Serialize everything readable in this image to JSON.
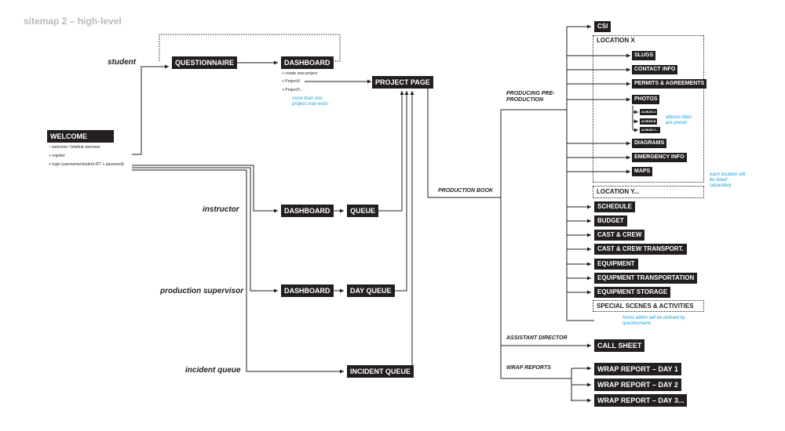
{
  "title": "sitemap 2 – high-level",
  "welcome": {
    "label": "WELCOME",
    "items": [
      "– welcome / briefest overview",
      "+ register",
      "+ login (username/student ID? + password)"
    ]
  },
  "roles": {
    "student": "student",
    "instructor": "instructor",
    "supervisor": "production supervisor",
    "incident": "incident queue"
  },
  "nodes": {
    "questionnaire": "QUESTIONNAIRE",
    "dashboard": "DASHBOARD",
    "project_page": "PROJECT PAGE",
    "queue": "QUEUE",
    "day_queue": "DAY QUEUE",
    "incident_queue": "INCIDENT QUEUE"
  },
  "dashboard_items": [
    "+ create new project",
    "+ ProjectX",
    "+ ProjectY..."
  ],
  "notes": {
    "projects": "more than one project may exist",
    "albums": "albums titles are preset",
    "locations": "each location will be listed separately",
    "forms": "forms within will be defined by questionnaire"
  },
  "production_book": "PRODUCTION BOOK",
  "sections": {
    "preproduction": "PRODUCING PRE-PRODUCTION",
    "assistant": "ASSISTANT DIRECTOR",
    "wrap": "WRAP REPORTS"
  },
  "preprod": {
    "csi": "CSI",
    "location_x": "LOCATION X",
    "location_items": [
      "SLUGS",
      "CONTACT INFO",
      "PERMITS & AGREEMENTS",
      "PHOTOS"
    ],
    "albums": [
      "ALBUM A",
      "ALBUM B",
      "ALBUM C..."
    ],
    "location_items2": [
      "DIAGRAMS",
      "EMERGENCY INFO",
      "MAPS"
    ],
    "location_y": "LOCATION Y...",
    "list": [
      "SCHEDULE",
      "BUDGET",
      "CAST & CREW",
      "CAST & CREW TRANSPORT.",
      "EQUIPMENT",
      "EQUIPMENT TRANSPORTATION",
      "EQUIPMENT STORAGE"
    ],
    "special": "SPECIAL SCENES & ACTIVITIES"
  },
  "call_sheet": "CALL SHEET",
  "wrap_reports": [
    "WRAP REPORT – DAY 1",
    "WRAP REPORT – DAY 2",
    "WRAP REPORT – DAY 3..."
  ]
}
